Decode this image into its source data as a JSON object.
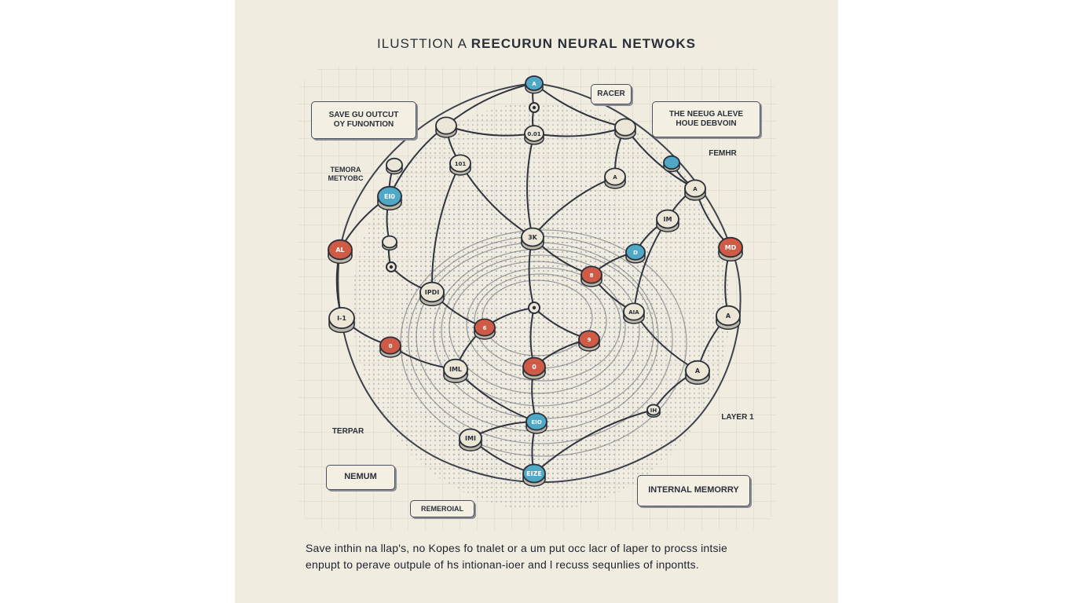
{
  "title": {
    "lead": "ILUSTTION A",
    "main": "REECURUN NEURAL NETWOKS"
  },
  "labels": {
    "save_output": "SAVE GU OUTCUT\nOY FUNONTION",
    "racer": "RACER",
    "neuge": "THE NEEUG ALEVE\nHOUE DEBVOIN",
    "temora": "TEMORA\nMETYOBC",
    "femhr": "FEMHR",
    "terpar": "TERPAR",
    "nemum": "NEMUM",
    "remeroial": "REMEROIAL",
    "layer1": "LAYER 1",
    "internal_memory": "INTERNAL MEMORRY"
  },
  "caption": {
    "line1": "Save inthin na llap's, no Kopes fo tnalet or a um put occ lacr of laper to procss intsie",
    "line2": "enpupt to perave outpule of hs intionan-ioer and l recuss sequnlies of inpontts."
  },
  "node_labels": {
    "n_top": "A",
    "n_dot1": "",
    "n_l1": "",
    "n_r1": "",
    "n_00": "0.01",
    "n_101": "101",
    "n_a1": "A",
    "n_blue1": "",
    "n_a2": "A",
    "n_blue2": "EI0",
    "n_small1": "",
    "n_r_top": "IM",
    "n_red_l": "AL",
    "n_mid_l": "",
    "n_3k": "3K",
    "n_blue3": "D",
    "n_red_r": "MD",
    "n_dot2": "",
    "n_ipdi": "IPDI",
    "n_red_c": "8",
    "n_dot3": "",
    "n_aia": "AIA",
    "n_left_b": "I-1",
    "n_red_s": "6",
    "n_a_r": "A",
    "n_red_b": "0",
    "n_iml": "IML",
    "n_red_b2": "0",
    "n_red_b3": "9",
    "n_a_rb": "A",
    "n_blue_b": "EIO",
    "n_im_b": "IMI",
    "n_blue_bb": "EIZE",
    "n_ih": "IH"
  },
  "colors": {
    "paper": "#f1ece0",
    "ink": "#2a2f3a",
    "node_plain": "#ece6d6",
    "node_blue": "#4fa8c6",
    "node_red": "#cf5a45"
  }
}
